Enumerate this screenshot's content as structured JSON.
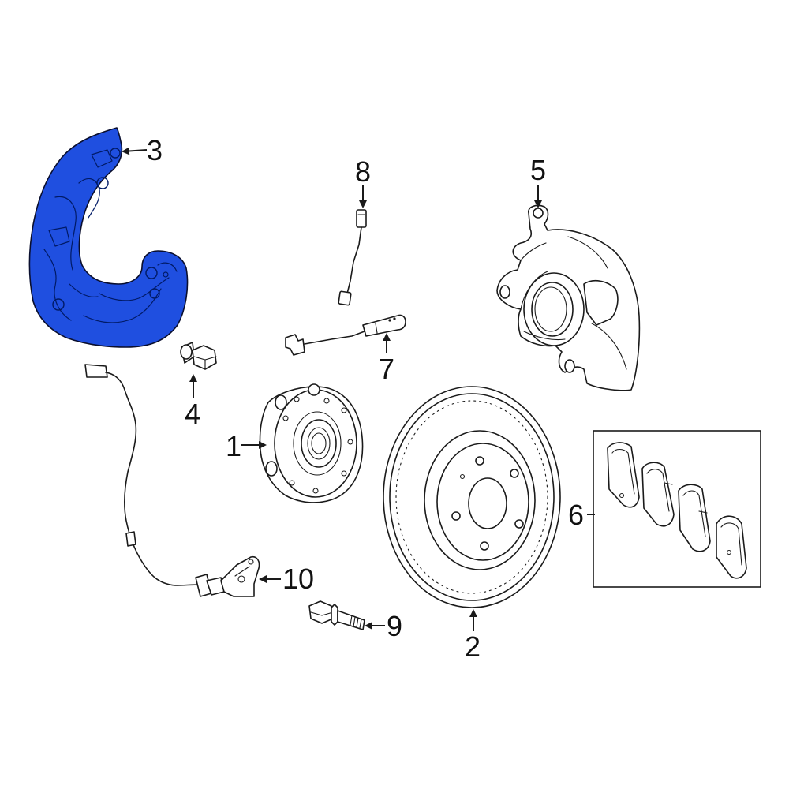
{
  "highlight_color": "#1f4fe0",
  "callouts": {
    "p1": "1",
    "p2": "2",
    "p3": "3",
    "p4": "4",
    "p5": "5",
    "p6": "6",
    "p7": "7",
    "p8": "8",
    "p9": "9",
    "p10": "10"
  }
}
